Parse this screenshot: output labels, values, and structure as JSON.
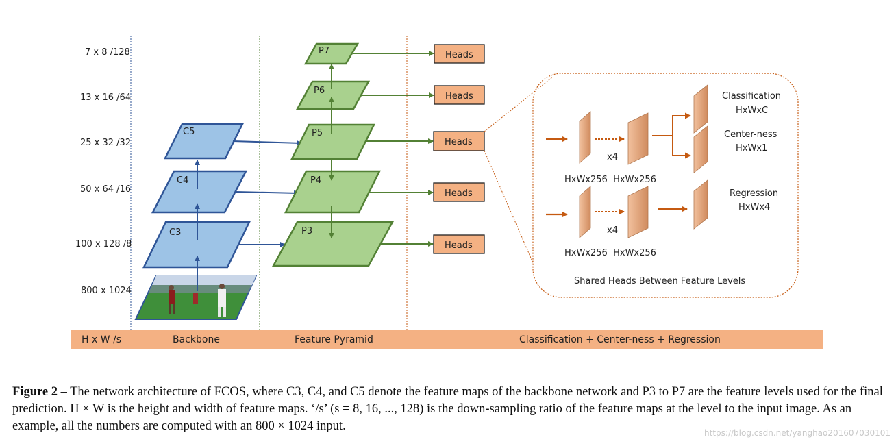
{
  "figure": {
    "scale_labels": [
      "7 x 8 /128",
      "13 x 16 /64",
      "25 x 32 /32",
      "50 x 64 /16",
      "100 x 128 /8",
      "800 x 1024"
    ],
    "backbone_maps": [
      "C5",
      "C4",
      "C3"
    ],
    "pyramid_maps": [
      "P7",
      "P6",
      "P5",
      "P4",
      "P3"
    ],
    "heads_label": "Heads",
    "bottom_bar": {
      "col1": "H x W /s",
      "col2": "Backbone",
      "col3": "Feature Pyramid",
      "col4": "Classification + Center-ness + Regression"
    },
    "detail": {
      "classification": "Classification",
      "classification_dim": "HxWxC",
      "centerness": "Center-ness",
      "centerness_dim": "HxWx1",
      "regression": "Regression",
      "regression_dim": "HxWx4",
      "repeat_top": "x4",
      "repeat_bottom": "x4",
      "dims_top": "HxWx256  HxWx256",
      "dims_bottom": "HxWx256  HxWx256",
      "title": "Shared Heads Between Feature Levels"
    },
    "colors": {
      "backbone_fill": "#9dc3e6",
      "backbone_stroke": "#2f5597",
      "pyramid_fill": "#a9d18e",
      "pyramid_stroke": "#538135",
      "heads_fill": "#f4b183",
      "head_block": "#e0a57c",
      "orange_arrow": "#c55a11"
    }
  },
  "caption": {
    "label": "Figure 2",
    "text": " – The network architecture of FCOS, where C3, C4, and C5 denote the feature maps of the backbone network and P3 to P7 are the feature levels used for the final prediction. H × W is the height and width of feature maps. ‘/s’ (s = 8, 16, ..., 128) is the down-sampling ratio of the feature maps at the level to the input image. As an example, all the numbers are computed with an 800 × 1024 input."
  },
  "watermark": "https://blog.csdn.net/yanghao201607030101"
}
